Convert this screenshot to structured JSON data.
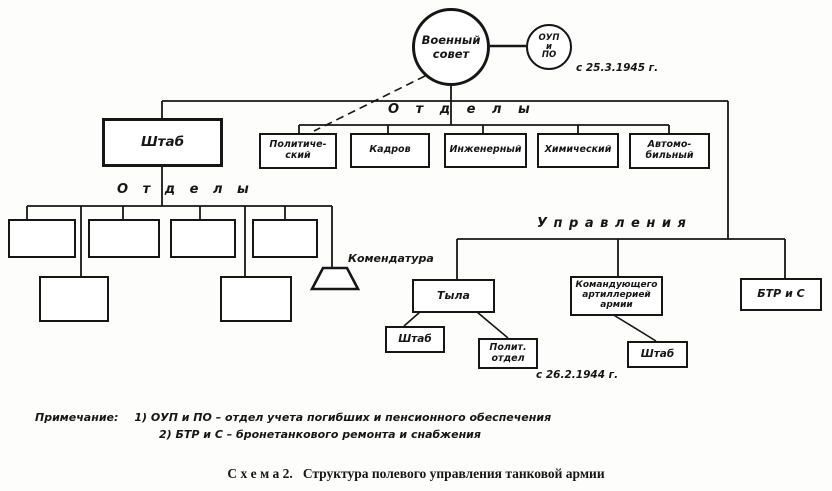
{
  "top": {
    "council": "Военный\nсовет",
    "oup_po": "ОУП\nи\nПО",
    "oup_po_date": "с 25.3.1945 г."
  },
  "headquarters": {
    "label": "Штаб"
  },
  "sections": {
    "otdely_upper": "О т д е л ы",
    "otdely_lower": "О т д е л ы",
    "upravleniya": "У п р а в л е н и я"
  },
  "departments": [
    {
      "label": "Политиче-\nский"
    },
    {
      "label": "Кадров"
    },
    {
      "label": "Инженерный"
    },
    {
      "label": "Химический"
    },
    {
      "label": "Автомо-\nбильный"
    }
  ],
  "komendatura": {
    "label": "Комендатура"
  },
  "directorates": {
    "rear": {
      "label": "Тыла",
      "date": "с 26.2.1944 г."
    },
    "rear_children": [
      {
        "label": "Штаб"
      },
      {
        "label": "Полит.\nотдел"
      }
    ],
    "artillery": {
      "label": "Командующего\nартиллерией\nармии"
    },
    "artillery_children": [
      {
        "label": "Штаб"
      }
    ],
    "btr": {
      "label": "БТР и С"
    }
  },
  "notes": {
    "label": "Примечание:",
    "line1": "1) ОУП и ПО – отдел учета погибших и пенсионного обеспечения",
    "line2": "2) БТР и С  – бронетанкового ремонта и снабжения"
  },
  "caption": {
    "schema": "С х е м а  2.",
    "text": "Структура полевого управления танковой армии"
  },
  "colors": {
    "ink": "#161616",
    "paper": "#fdfdfb"
  }
}
